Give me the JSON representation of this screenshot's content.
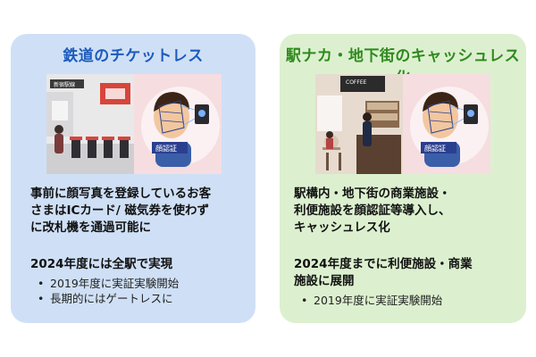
{
  "left_panel": {
    "title": "鉄道のチケットレス",
    "illustration": {
      "station_sign": "新宿駅線",
      "badge": "顔認証"
    },
    "description": [
      "事前に顔写真を登録しているお客",
      "さまはICカード/ 磁気券を使わず",
      "に改札機を通過可能に"
    ],
    "goal": [
      "2024年度には全駅で実現"
    ],
    "bullets": [
      "2019年度に実証実験開始",
      "長期的にはゲートレスに"
    ]
  },
  "right_panel": {
    "title": "駅ナカ・地下街のキャッシュレス化",
    "illustration": {
      "shop_sign": "COFFEE",
      "badge": "顔認証"
    },
    "description": [
      "駅構内・地下街の商業施設・",
      "利便施設を顔認証等導入し、",
      "キャッシュレス化"
    ],
    "goal": [
      "2024年度までに利便施設・商業",
      "施設に展開"
    ],
    "bullets": [
      "2019年度に実証実験開始"
    ]
  },
  "colors": {
    "left_bg": "#cfe0f6",
    "right_bg": "#dcf0cf",
    "left_title": "#1d5bbd",
    "right_title": "#2f8a1e",
    "badge": "#2b3f8f"
  },
  "icons": [
    "face-recognition-icon",
    "ticket-gate-icon",
    "cafe-icon"
  ]
}
